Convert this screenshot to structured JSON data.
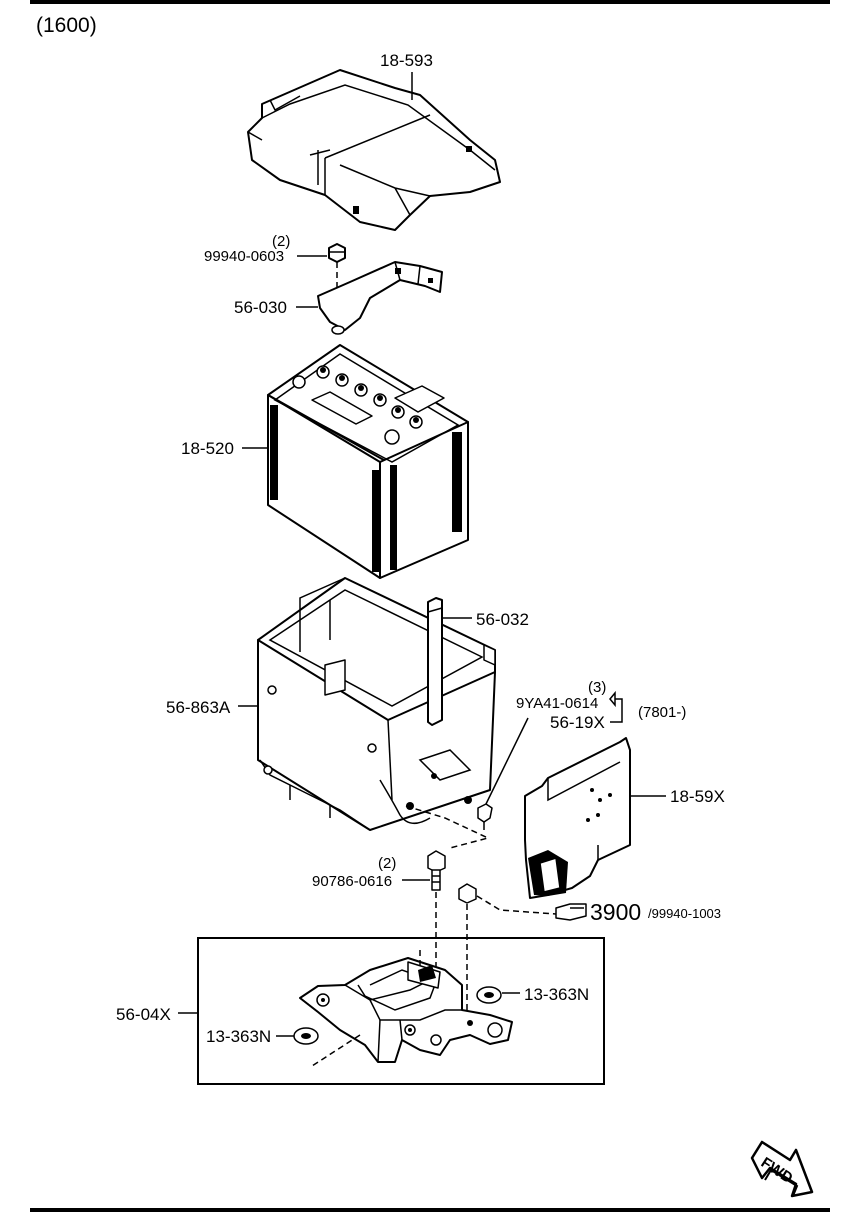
{
  "header": {
    "variant": "(1600)"
  },
  "parts": {
    "battery_cover": "18-593",
    "nut_qty": "(2)",
    "nut": "99940-0603",
    "hold_clamp": "56-030",
    "battery": "18-520",
    "rod": "56-032",
    "tray": "56-863A",
    "clip_qty": "(3)",
    "clip": "9YA41-0614",
    "clip_alt": "56-19X",
    "clip_range": "(7801-)",
    "bracket": "18-59X",
    "bolt_qty": "(2)",
    "bolt": "90786-0616",
    "ref_number": "3900",
    "ref_part": "/99940-1003",
    "carrier": "56-04X",
    "grommet_right": "13-363N",
    "grommet_left": "13-363N"
  },
  "fwd_label": "FWD"
}
